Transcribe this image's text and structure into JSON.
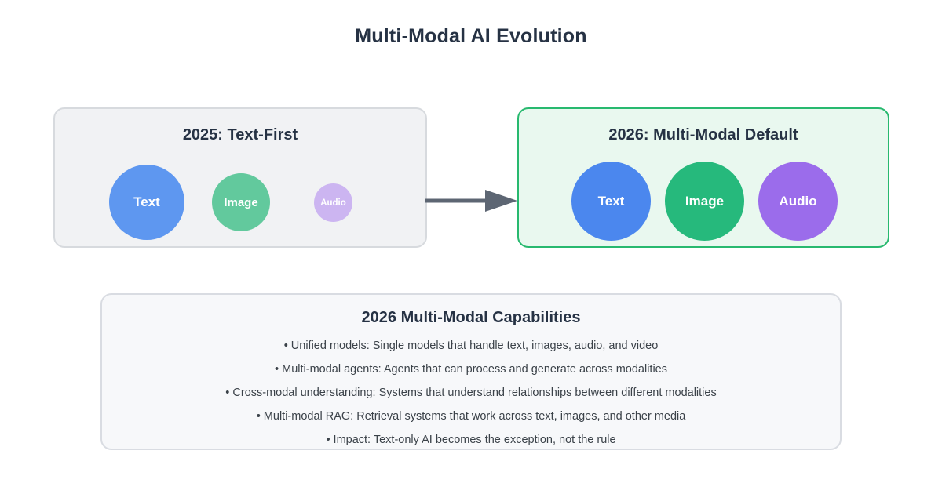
{
  "title": "Multi-Modal AI Evolution",
  "colors": {
    "heading_text": "#263244",
    "body_text": "#3b4249",
    "panel_gray_bg": "#f1f2f4",
    "panel_gray_border": "#d7dade",
    "panel_green_bg": "#e9f8ef",
    "panel_green_border": "#28b96f",
    "bottom_panel_bg": "#f7f8fa",
    "bottom_panel_border": "#d9dce2",
    "arrow": "#5d6673",
    "circle_text_color": "#ffffff"
  },
  "panels": {
    "left": {
      "title": "2025: Text-First",
      "circles": [
        {
          "label": "Text",
          "color": "#5e97f0"
        },
        {
          "label": "Image",
          "color": "#62c99d"
        },
        {
          "label": "Audio",
          "color": "#ccb5f1"
        }
      ]
    },
    "right": {
      "title": "2026: Multi-Modal Default",
      "circles": [
        {
          "label": "Text",
          "color": "#4b87ee"
        },
        {
          "label": "Image",
          "color": "#26b97c"
        },
        {
          "label": "Audio",
          "color": "#9b6ceb"
        }
      ]
    }
  },
  "capabilities": {
    "title": "2026 Multi-Modal Capabilities",
    "bullet": "•",
    "items": [
      "Unified models: Single models that handle text, images, audio, and video",
      "Multi-modal agents: Agents that can process and generate across modalities",
      "Cross-modal understanding: Systems that understand relationships between different modalities",
      "Multi-modal RAG: Retrieval systems that work across text, images, and other media",
      "Impact: Text-only AI becomes the exception, not the rule"
    ]
  }
}
